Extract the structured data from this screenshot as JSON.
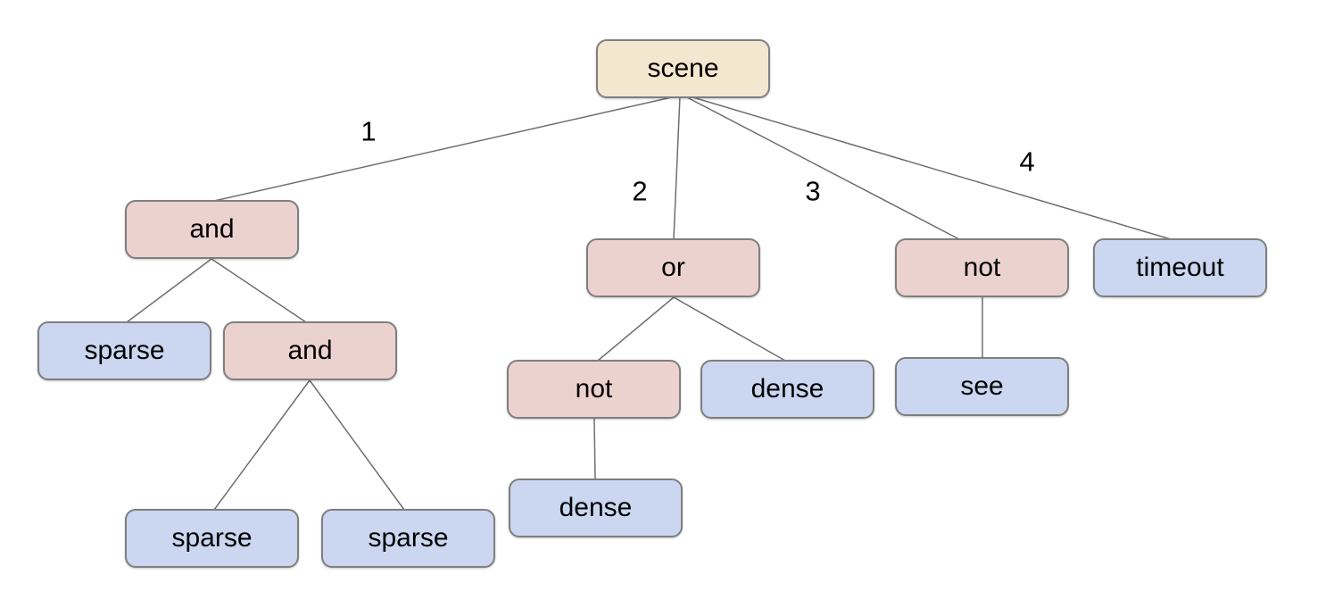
{
  "colors": {
    "background": "#ffffff",
    "root_fill": "#f4e7d0",
    "operator_fill": "#ecd2cf",
    "leaf_fill": "#cbd7f0",
    "node_border": "#7f7f7f",
    "edge_line": "#6e6e6e",
    "text": "#000000"
  },
  "tree": {
    "root": "scene",
    "nodes": {
      "scene": {
        "label": "scene",
        "type": "root"
      },
      "and1": {
        "label": "and",
        "type": "operator"
      },
      "or1": {
        "label": "or",
        "type": "operator"
      },
      "not2": {
        "label": "not",
        "type": "operator"
      },
      "timeout1": {
        "label": "timeout",
        "type": "leaf"
      },
      "sparse1": {
        "label": "sparse",
        "type": "leaf"
      },
      "and2": {
        "label": "and",
        "type": "operator"
      },
      "not1": {
        "label": "not",
        "type": "operator"
      },
      "dense1": {
        "label": "dense",
        "type": "leaf"
      },
      "see1": {
        "label": "see",
        "type": "leaf"
      },
      "sparse2": {
        "label": "sparse",
        "type": "leaf"
      },
      "sparse3": {
        "label": "sparse",
        "type": "leaf"
      },
      "dense2": {
        "label": "dense",
        "type": "leaf"
      }
    },
    "edges": [
      {
        "from": "scene",
        "to": "and1",
        "label": "1"
      },
      {
        "from": "scene",
        "to": "or1",
        "label": "2"
      },
      {
        "from": "scene",
        "to": "not2",
        "label": "3"
      },
      {
        "from": "scene",
        "to": "timeout1",
        "label": "4"
      },
      {
        "from": "and1",
        "to": "sparse1"
      },
      {
        "from": "and1",
        "to": "and2"
      },
      {
        "from": "and2",
        "to": "sparse2"
      },
      {
        "from": "and2",
        "to": "sparse3"
      },
      {
        "from": "or1",
        "to": "not1"
      },
      {
        "from": "or1",
        "to": "dense1"
      },
      {
        "from": "not1",
        "to": "dense2"
      },
      {
        "from": "not2",
        "to": "see1"
      }
    ]
  }
}
